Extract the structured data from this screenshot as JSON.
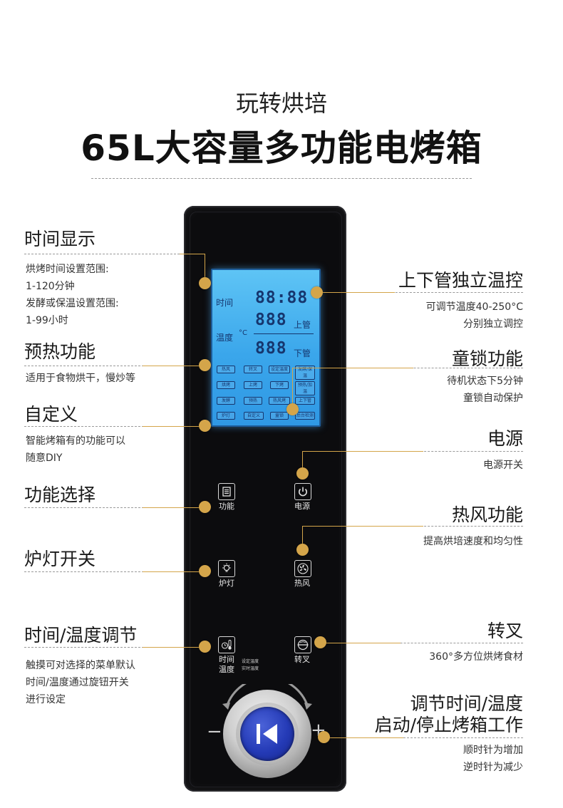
{
  "header": {
    "subtitle": "玩转烘培",
    "title": "65L大容量多功能电烤箱"
  },
  "lcd": {
    "time_label": "时间",
    "temp_label": "温度",
    "degree": "°C",
    "digits_time": "88:88",
    "digits_upper": "888",
    "digits_lower": "888",
    "upper_label": "上管",
    "lower_label": "下管",
    "chips": [
      "热风",
      "转叉",
      "设定温度",
      "发酵/保温",
      "烘烤",
      "上烤",
      "下烤",
      "预热/加温",
      "发酵",
      "预热",
      "热风烤",
      "上下管",
      "炉灯",
      "自定义",
      "童锁",
      "后台检测"
    ]
  },
  "buttons": {
    "function": "功能",
    "power": "电源",
    "lamp": "炉灯",
    "fan": "热风",
    "time_temp_1": "时间",
    "time_temp_2": "温度",
    "rotisserie": "转叉",
    "set_line_1": "设定温度",
    "set_line_2": "实时温度"
  },
  "knob": {
    "minus": "−",
    "plus": "+"
  },
  "features_left": [
    {
      "heading": "时间显示",
      "desc": [
        "烘烤时间设置范围:",
        "1-120分钟",
        "发酵或保温设置范围:",
        "1-99小时"
      ]
    },
    {
      "heading": "预热功能",
      "desc": [
        "适用于食物烘干，慢炒等"
      ]
    },
    {
      "heading": "自定义",
      "desc": [
        "智能烤箱有的功能可以",
        "随意DIY"
      ]
    },
    {
      "heading": "功能选择",
      "desc": []
    },
    {
      "heading": "炉灯开关",
      "desc": []
    },
    {
      "heading": "时间/温度调节",
      "desc": [
        "触摸可对选择的菜单默认",
        "时间/温度通过旋钮开关",
        "进行设定"
      ]
    }
  ],
  "features_right": [
    {
      "heading": "上下管独立温控",
      "desc": [
        "可调节温度40-250°C",
        "分别独立调控"
      ]
    },
    {
      "heading": "童锁功能",
      "desc": [
        "待机状态下5分钟",
        "童锁自动保护"
      ]
    },
    {
      "heading": "电源",
      "desc": [
        "电源开关"
      ]
    },
    {
      "heading": "热风功能",
      "desc": [
        "提高烘培速度和均匀性"
      ]
    },
    {
      "heading": "转叉",
      "desc": [
        "360°多方位烘烤食材"
      ]
    },
    {
      "heading": "调节时间/温度",
      "heading2": "启动/停止烤箱工作",
      "desc": [
        "顺时针为增加",
        "逆时针为减少"
      ]
    }
  ],
  "colors": {
    "accent": "#d4a54a",
    "panel": "#0c0c0e",
    "lcd": "#3aa6eb",
    "knob_button": "#243ab6"
  }
}
